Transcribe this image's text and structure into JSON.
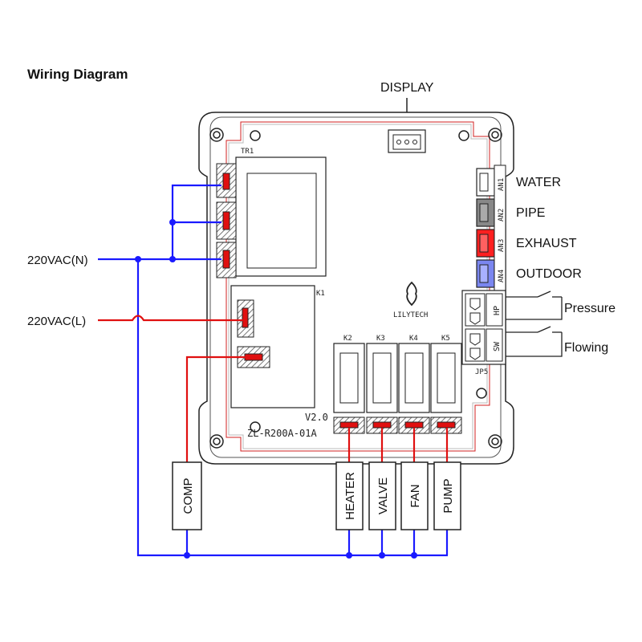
{
  "diagram": {
    "title": "Wiring Diagram",
    "display_label": "DISPLAY",
    "power": {
      "neutral": "220VAC(N)",
      "live": "220VAC(L)"
    },
    "board": {
      "model": "ZL-R200A-01A",
      "version": "V2.0",
      "brand": "LILYTECH",
      "transformer": "TR1",
      "relay_main": "K1",
      "connector": "JP5"
    },
    "relays": [
      "K2",
      "K3",
      "K4",
      "K5"
    ],
    "sensor_ports": [
      "AN1",
      "AN2",
      "AN3",
      "AN4"
    ],
    "sensors": [
      "WATER",
      "PIPE",
      "EXHAUST",
      "OUTDOOR"
    ],
    "switch_ports": [
      "HP",
      "SW"
    ],
    "switches": [
      "Pressure",
      "Flowing"
    ],
    "loads": [
      "COMP",
      "HEATER",
      "VALVE",
      "FAN",
      "PUMP"
    ],
    "colors": {
      "neutral_wire": "#1a1aff",
      "live_wire": "#e01010",
      "board_outline": "#222222",
      "trace_outline": "#d02020",
      "sensor_water": "#ffffff",
      "sensor_pipe": "#888888",
      "sensor_exhaust": "#ff2020",
      "sensor_outdoor": "#7a86f0"
    }
  }
}
